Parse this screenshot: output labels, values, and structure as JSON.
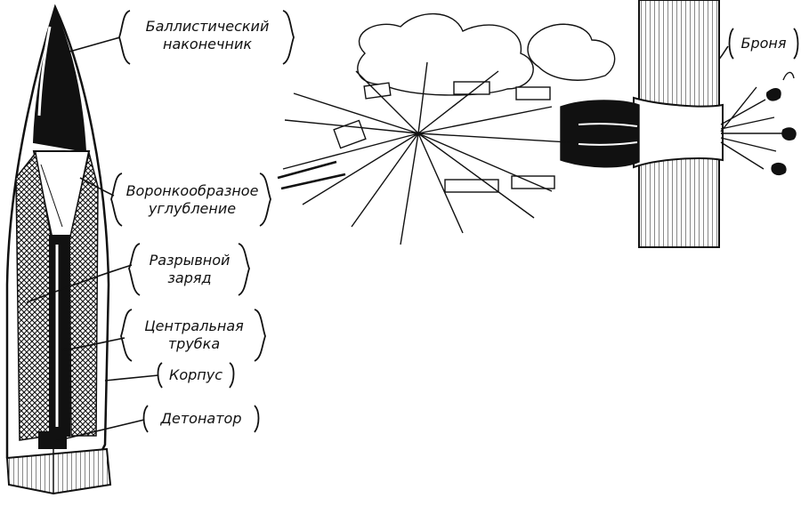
{
  "labels": {
    "tip": [
      "Баллистический",
      "наконечник"
    ],
    "cavity": [
      "Воронкообразное",
      "углубление"
    ],
    "charge": [
      "Разрывной",
      "заряд"
    ],
    "tube": [
      "Центральная",
      "трубка"
    ],
    "body": "Корпус",
    "detonator": "Детонатор",
    "armor": "Броня"
  },
  "colors": {
    "ink": "#111111",
    "paper": "#ffffff"
  }
}
